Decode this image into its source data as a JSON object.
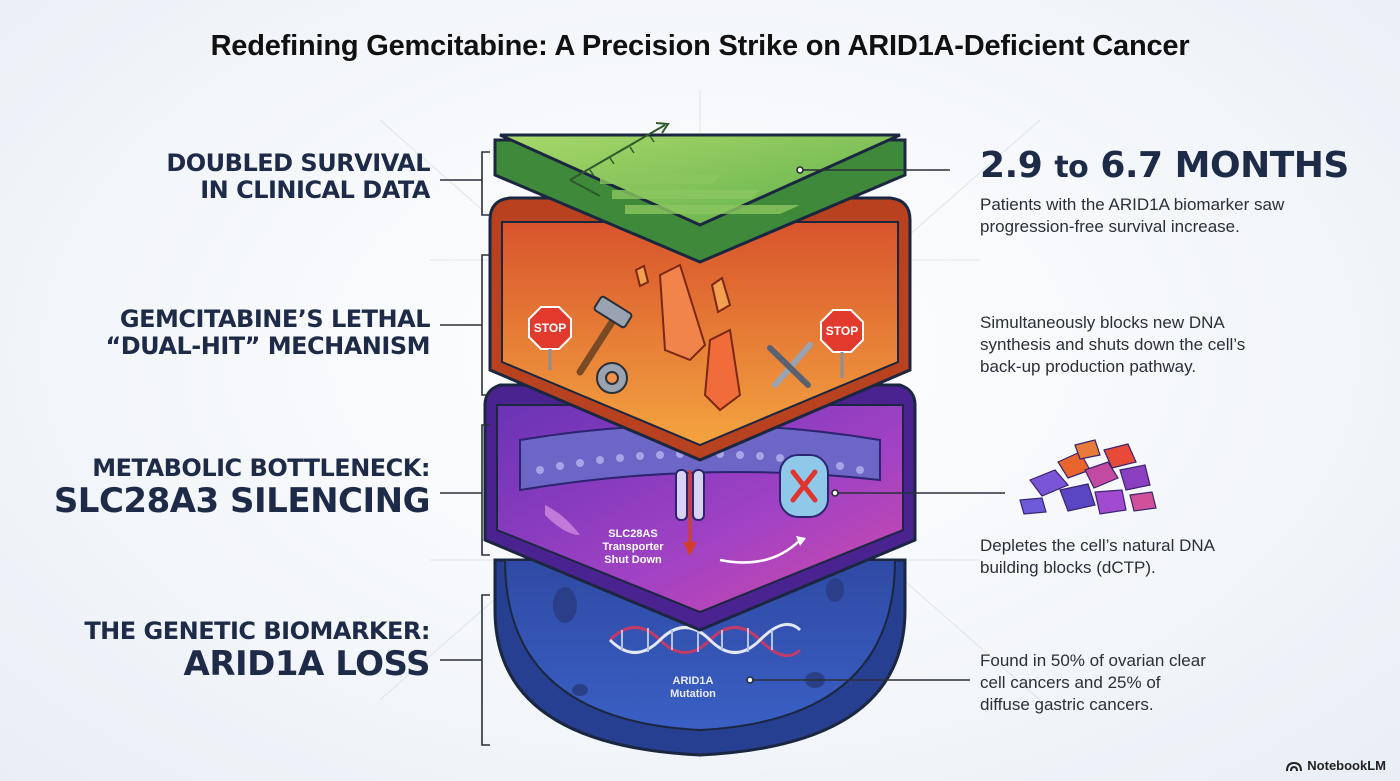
{
  "title": "Redefining Gemcitabine: A Precision Strike on ARID1A-Deficient Cancer",
  "layers": [
    {
      "label_line1": "DOUBLED SURVIVAL",
      "label_line2": "IN CLINICAL DATA",
      "stat_from": "2.9",
      "stat_to_word": "to",
      "stat_to": "6.7 MONTHS",
      "description": "Patients with the ARID1A biomarker saw progression-free survival increase."
    },
    {
      "label_line1": "GEMCITABINE’S LETHAL",
      "label_line2": "“DUAL-HIT” MECHANISM",
      "description": "Simultaneously blocks new DNA synthesis and shuts down the cell’s back-up production pathway.",
      "stop_sign_text": "STOP"
    },
    {
      "label_line1": "METABOLIC BOTTLENECK:",
      "label_line2": "SLC28A3 SILENCING",
      "description": "Depletes the cell’s natural DNA building blocks (dCTP).",
      "transporter_label": [
        "SLC28AS",
        "Transporter",
        "Shut Down"
      ]
    },
    {
      "label_line1": "THE GENETIC BIOMARKER:",
      "label_line2": "ARID1A LOSS",
      "description": "Found in 50% of ovarian clear cell cancers and 25% of diffuse gastric cancers.",
      "mutation_label": [
        "ARID1A",
        "Mutation"
      ]
    }
  ],
  "colors": {
    "green_layer": "#7cc45a",
    "orange_layer": "#ef7a2e",
    "purple_layer": "#8a3fc0",
    "blue_layer": "#3554b0",
    "text_dark": "#1e2b48"
  },
  "brand": "NotebookLM"
}
